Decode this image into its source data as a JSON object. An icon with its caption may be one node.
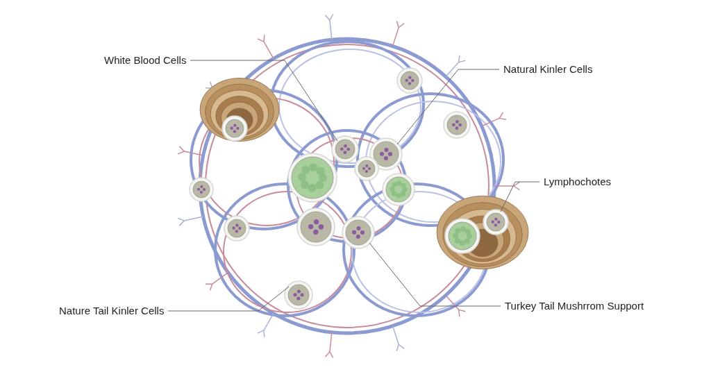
{
  "diagram": {
    "nodes": [
      {
        "text": [
          "White Blood Cells"
        ]
      },
      {
        "text": [
          "Natural Kinler Cells"
        ]
      },
      {
        "text": [
          "Lymphochotes"
        ]
      },
      {
        "text": [
          "Nature Tail Kinler Cells"
        ]
      },
      {
        "text": [
          "Turkey Tail Mushrrom Support"
        ]
      }
    ],
    "edges": [
      {
        "from": 0,
        "to": null,
        "arrow": "none"
      },
      {
        "from": 1,
        "to": null,
        "arrow": "none"
      },
      {
        "from": 2,
        "to": null,
        "arrow": "none"
      },
      {
        "from": 3,
        "to": null,
        "arrow": "none"
      },
      {
        "from": 4,
        "to": null,
        "arrow": "none"
      }
    ]
  }
}
